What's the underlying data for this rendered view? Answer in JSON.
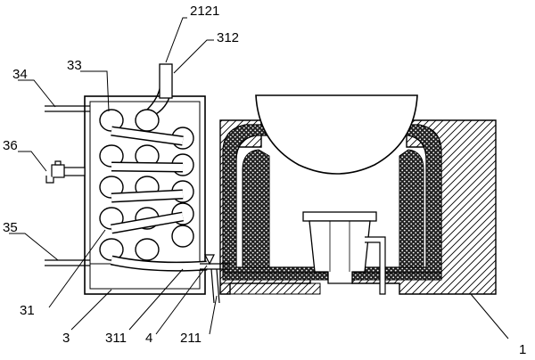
{
  "labels": {
    "label_2121": "2121",
    "label_312": "312",
    "label_33": "33",
    "label_34": "34",
    "label_36": "36",
    "label_35": "35",
    "label_31": "31",
    "label_3": "3",
    "label_311": "311",
    "label_4": "4",
    "label_211": "211",
    "label_1": "1"
  },
  "colors": {
    "line": "#000000",
    "background": "#ffffff"
  }
}
